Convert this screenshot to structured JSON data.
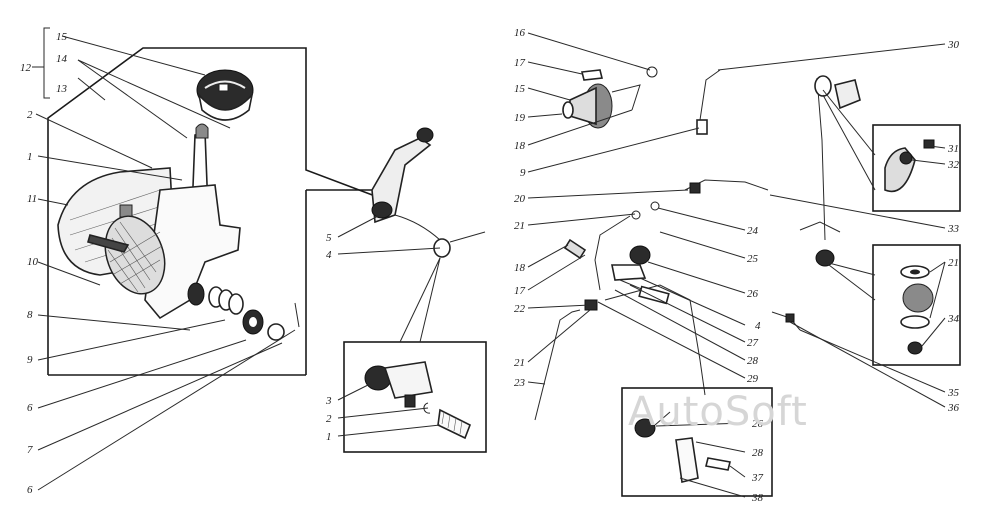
{
  "watermark": "AutoSoft",
  "callouts_left": [
    "15",
    "14",
    "12",
    "13",
    "2",
    "1",
    "11",
    "10",
    "8",
    "9",
    "6",
    "7",
    "6"
  ],
  "callouts_mid": [
    "5",
    "4",
    "3",
    "2",
    "1"
  ],
  "callouts_right": [
    "16",
    "17",
    "15",
    "19",
    "18",
    "9",
    "20",
    "21",
    "18",
    "17",
    "22",
    "21",
    "23",
    "24",
    "25",
    "26",
    "4",
    "27",
    "28",
    "29",
    "30",
    "31",
    "32",
    "33",
    "21",
    "34",
    "35",
    "36",
    "26",
    "28",
    "37",
    "38"
  ]
}
